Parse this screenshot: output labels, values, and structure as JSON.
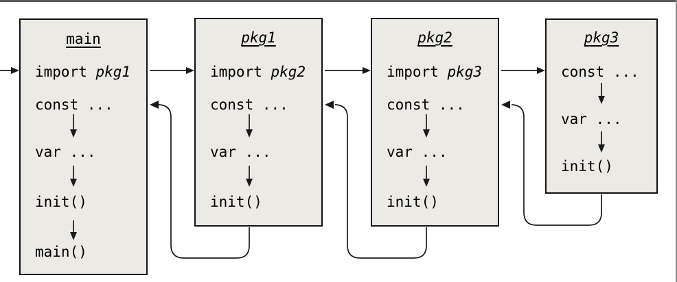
{
  "figure": {
    "description": "Go program initialization order diagram",
    "colors": {
      "box_fill": "#eceae5",
      "box_border": "#111111",
      "line_color": "#1a1a1a",
      "frame_color": "#5a5a5a",
      "background": "#ffffff"
    },
    "icons": {
      "flow_arrow": "right-arrow",
      "step_arrow": "down-arrow",
      "return_arrow": "curved-left-arrow"
    }
  },
  "boxes": [
    {
      "name": "main",
      "title": "main",
      "import_keyword": "import",
      "import_pkg": "pkg1",
      "const_row": "const ...",
      "var_row": "var ...",
      "init_row": "init()",
      "main_row": "main()"
    },
    {
      "name": "pkg1",
      "title": "pkg1",
      "import_keyword": "import",
      "import_pkg": "pkg2",
      "const_row": "const ...",
      "var_row": "var ...",
      "init_row": "init()"
    },
    {
      "name": "pkg2",
      "title": "pkg2",
      "import_keyword": "import",
      "import_pkg": "pkg3",
      "const_row": "const ...",
      "var_row": "var ...",
      "init_row": "init()"
    },
    {
      "name": "pkg3",
      "title": "pkg3",
      "const_row": "const ...",
      "var_row": "var ...",
      "init_row": "init()"
    }
  ]
}
